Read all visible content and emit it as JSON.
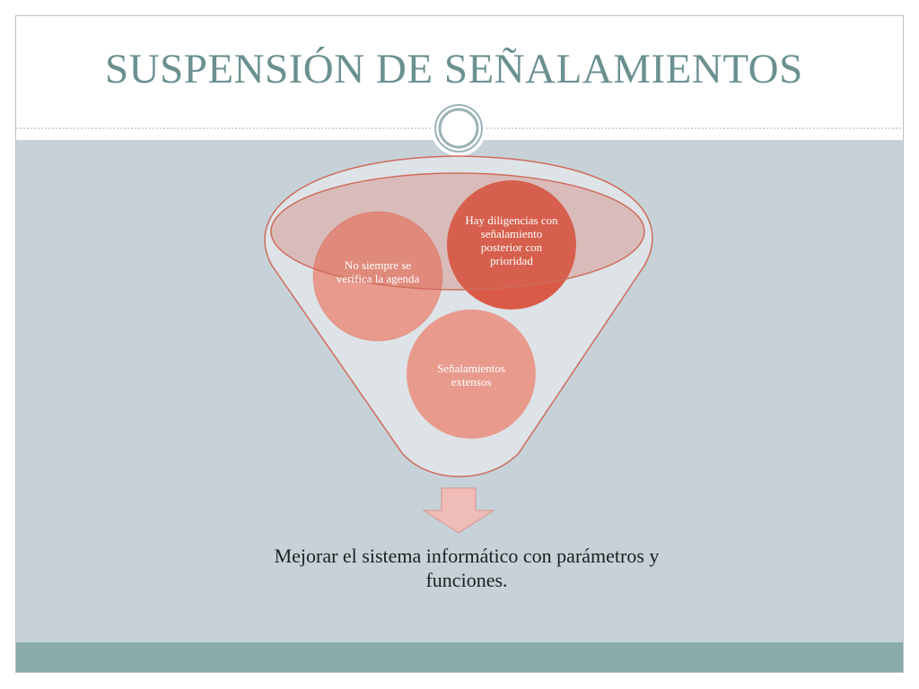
{
  "slide": {
    "title": "SUSPENSIÓN DE SEÑALAMIENTOS"
  },
  "funnel": {
    "items": [
      "No siempre se verifica la agenda",
      "Hay diligencias con señalamiento posterior con prioridad",
      "Señalamientos extensos"
    ],
    "result": "Mejorar el sistema informático con parámetros y funciones."
  },
  "colors": {
    "title": "#6a9090",
    "body_background": "#c6d2d8",
    "footer_band": "#8aabab",
    "funnel_outline": "#cf6b5b",
    "bubble_dark": "#db5a47",
    "bubble_light": "#e89a8c",
    "arrow_fill": "#f0bcb8"
  }
}
